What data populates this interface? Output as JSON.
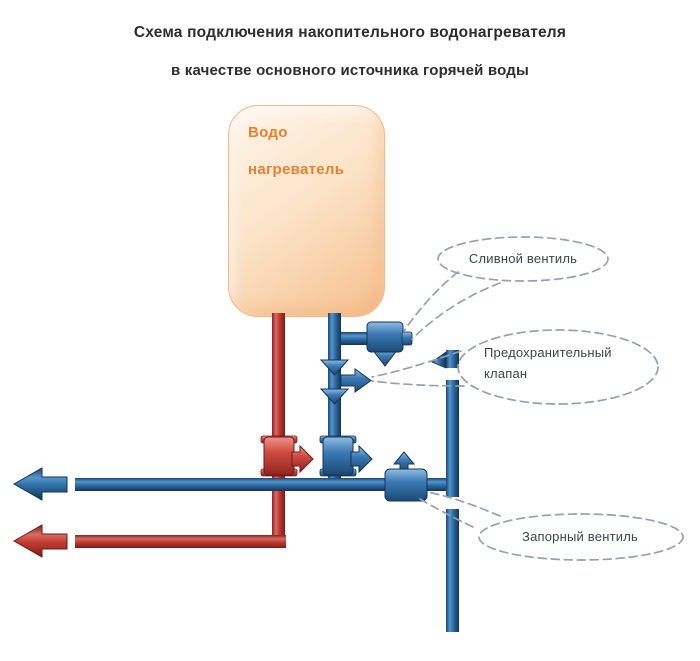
{
  "title": {
    "line1": "Схема подключения накопительного водонагревателя",
    "line2": "в качестве основного источника горячей воды"
  },
  "heater": {
    "line1": "Водо",
    "line2": "нагреватель"
  },
  "callouts": {
    "drain_valve": {
      "label": "Сливной вентиль"
    },
    "safety_valve": {
      "line1": "Предохранительный",
      "line2": "клапан"
    },
    "shutoff_valve": {
      "label": "Запорный вентиль"
    }
  },
  "colors": {
    "cold_water_pipe": "#2e6da8",
    "cold_water_dark": "#143454",
    "hot_water_pipe": "#c23b32",
    "hot_water_dark": "#7a1d18",
    "heater_fill": "#fce4c9",
    "heater_border": "#f1ba8b",
    "heater_text": "#e8812f",
    "callout_outline": "#95a1ab",
    "callout_text": "#3f4449",
    "title_text": "#2d2d2d"
  }
}
